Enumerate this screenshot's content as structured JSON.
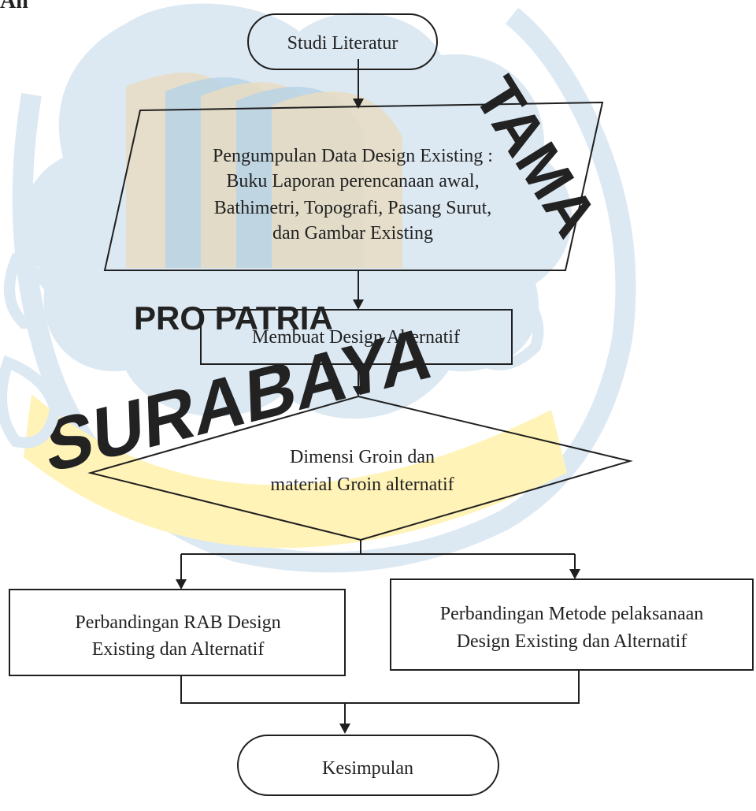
{
  "page": {
    "corner_fragment": "Ah"
  },
  "watermark": {
    "motto": "PRO PATRIA",
    "city": "SURABAYA",
    "arc_text": "TAMA",
    "colors": {
      "emblem_blue": "#dce9f3",
      "stripe_tan": "#e8dcc2",
      "stripe_blue": "#b9d4e6",
      "band_yellow": "#fff3b8",
      "band_text": "#4b5fc0",
      "motto_text": "#ffffff"
    }
  },
  "flowchart": {
    "stroke_color": "#1f1f1f",
    "nodes": {
      "start": {
        "shape": "terminator",
        "lines": [
          "Studi Literatur"
        ]
      },
      "data": {
        "shape": "parallelogram",
        "lines": [
          "Pengumpulan Data Design Existing :",
          "Buku Laporan perencanaan awal,",
          "Bathimetri, Topografi, Pasang Surut,",
          "dan Gambar Existing"
        ]
      },
      "design": {
        "shape": "process",
        "lines": [
          "Membuat Design Alternatif"
        ]
      },
      "decision": {
        "shape": "decision",
        "lines": [
          "Dimensi Groin dan",
          "material Groin alternatif"
        ]
      },
      "rab": {
        "shape": "process",
        "lines": [
          "Perbandingan RAB Design",
          "Existing dan Alternatif"
        ]
      },
      "method": {
        "shape": "process",
        "lines": [
          "Perbandingan Metode pelaksanaan",
          "Design Existing dan Alternatif"
        ]
      },
      "end": {
        "shape": "terminator",
        "lines": [
          "Kesimpulan"
        ]
      }
    }
  }
}
